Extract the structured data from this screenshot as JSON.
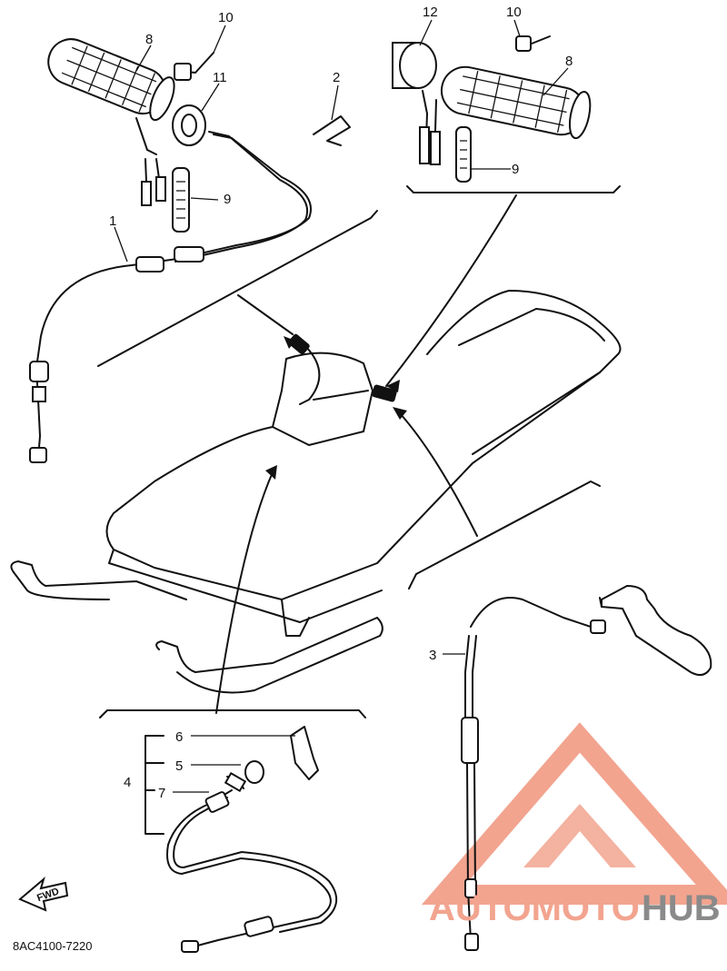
{
  "diagram": {
    "part_code": "8AC4100-7220",
    "fwd_label": "FWD",
    "callouts": {
      "c1": "1",
      "c2": "2",
      "c3": "3",
      "c4": "4",
      "c5": "5",
      "c6": "6",
      "c7": "7",
      "c8_left": "8",
      "c8_right": "8",
      "c9_left": "9",
      "c9_right": "9",
      "c10_left": "10",
      "c10_right": "10",
      "c11": "11",
      "c12": "12"
    }
  },
  "watermark": {
    "part1": "AUTOMOTO",
    "part2": "HUB",
    "color_primary": "#f2a48f",
    "color_secondary": "#8a8a8a"
  }
}
